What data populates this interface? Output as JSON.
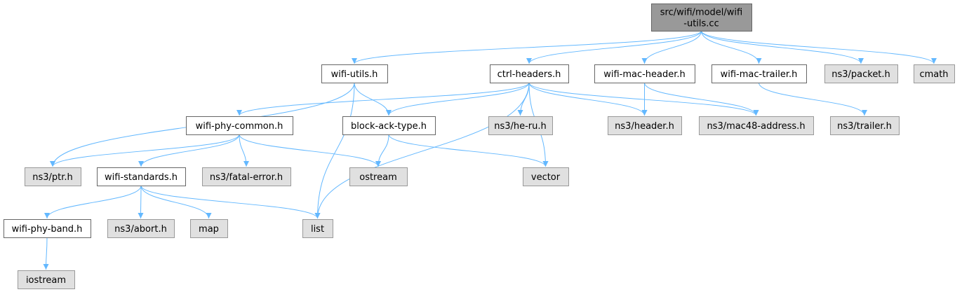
{
  "graph": {
    "nodes": [
      {
        "id": "root",
        "lines": [
          "src/wifi/model/wifi",
          "-utils.cc"
        ],
        "kind": "root"
      },
      {
        "id": "wifi_utils_h",
        "lines": [
          "wifi-utils.h"
        ],
        "kind": "local"
      },
      {
        "id": "ctrl_headers_h",
        "lines": [
          "ctrl-headers.h"
        ],
        "kind": "local"
      },
      {
        "id": "wifi_mac_header_h",
        "lines": [
          "wifi-mac-header.h"
        ],
        "kind": "local"
      },
      {
        "id": "wifi_mac_trailer_h",
        "lines": [
          "wifi-mac-trailer.h"
        ],
        "kind": "local"
      },
      {
        "id": "ns3_packet_h",
        "lines": [
          "ns3/packet.h"
        ],
        "kind": "system"
      },
      {
        "id": "cmath",
        "lines": [
          "cmath"
        ],
        "kind": "system"
      },
      {
        "id": "wifi_phy_common_h",
        "lines": [
          "wifi-phy-common.h"
        ],
        "kind": "local"
      },
      {
        "id": "block_ack_type_h",
        "lines": [
          "block-ack-type.h"
        ],
        "kind": "local"
      },
      {
        "id": "ns3_he_ru_h",
        "lines": [
          "ns3/he-ru.h"
        ],
        "kind": "system"
      },
      {
        "id": "ns3_header_h",
        "lines": [
          "ns3/header.h"
        ],
        "kind": "system"
      },
      {
        "id": "ns3_mac48_address_h",
        "lines": [
          "ns3/mac48-address.h"
        ],
        "kind": "system"
      },
      {
        "id": "ns3_trailer_h",
        "lines": [
          "ns3/trailer.h"
        ],
        "kind": "system"
      },
      {
        "id": "ns3_ptr_h",
        "lines": [
          "ns3/ptr.h"
        ],
        "kind": "system"
      },
      {
        "id": "wifi_standards_h",
        "lines": [
          "wifi-standards.h"
        ],
        "kind": "local"
      },
      {
        "id": "ns3_fatal_error_h",
        "lines": [
          "ns3/fatal-error.h"
        ],
        "kind": "system"
      },
      {
        "id": "ostream",
        "lines": [
          "ostream"
        ],
        "kind": "system"
      },
      {
        "id": "vector",
        "lines": [
          "vector"
        ],
        "kind": "system"
      },
      {
        "id": "wifi_phy_band_h",
        "lines": [
          "wifi-phy-band.h"
        ],
        "kind": "local"
      },
      {
        "id": "ns3_abort_h",
        "lines": [
          "ns3/abort.h"
        ],
        "kind": "system"
      },
      {
        "id": "map",
        "lines": [
          "map"
        ],
        "kind": "system"
      },
      {
        "id": "list",
        "lines": [
          "list"
        ],
        "kind": "system"
      },
      {
        "id": "iostream",
        "lines": [
          "iostream"
        ],
        "kind": "system"
      }
    ],
    "edges": [
      [
        "root",
        "wifi_utils_h"
      ],
      [
        "root",
        "ctrl_headers_h"
      ],
      [
        "root",
        "wifi_mac_header_h"
      ],
      [
        "root",
        "wifi_mac_trailer_h"
      ],
      [
        "root",
        "ns3_packet_h"
      ],
      [
        "root",
        "cmath"
      ],
      [
        "wifi_utils_h",
        "ns3_ptr_h"
      ],
      [
        "wifi_utils_h",
        "block_ack_type_h"
      ],
      [
        "wifi_utils_h",
        "list"
      ],
      [
        "ctrl_headers_h",
        "wifi_phy_common_h"
      ],
      [
        "ctrl_headers_h",
        "block_ack_type_h"
      ],
      [
        "ctrl_headers_h",
        "ns3_he_ru_h"
      ],
      [
        "ctrl_headers_h",
        "ns3_header_h"
      ],
      [
        "ctrl_headers_h",
        "ns3_mac48_address_h"
      ],
      [
        "ctrl_headers_h",
        "vector"
      ],
      [
        "ctrl_headers_h",
        "list"
      ],
      [
        "wifi_mac_header_h",
        "ns3_header_h"
      ],
      [
        "wifi_mac_header_h",
        "ns3_mac48_address_h"
      ],
      [
        "wifi_mac_trailer_h",
        "ns3_trailer_h"
      ],
      [
        "wifi_phy_common_h",
        "ns3_ptr_h"
      ],
      [
        "wifi_phy_common_h",
        "wifi_standards_h"
      ],
      [
        "wifi_phy_common_h",
        "ns3_fatal_error_h"
      ],
      [
        "wifi_phy_common_h",
        "ostream"
      ],
      [
        "block_ack_type_h",
        "ostream"
      ],
      [
        "block_ack_type_h",
        "vector"
      ],
      [
        "wifi_standards_h",
        "wifi_phy_band_h"
      ],
      [
        "wifi_standards_h",
        "ns3_abort_h"
      ],
      [
        "wifi_standards_h",
        "map"
      ],
      [
        "wifi_standards_h",
        "list"
      ],
      [
        "wifi_phy_band_h",
        "iostream"
      ]
    ]
  }
}
